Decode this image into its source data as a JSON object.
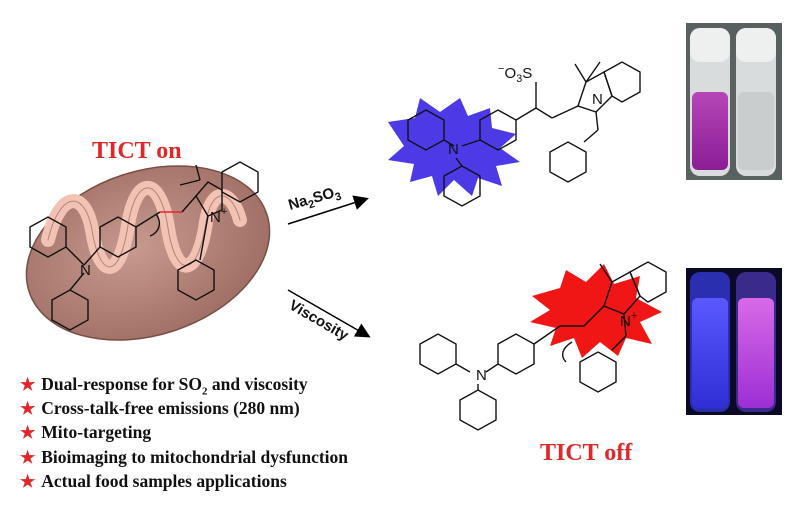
{
  "labels": {
    "tict_on": "TICT on",
    "tict_off": "TICT off",
    "top_arrow": "Na2SO3",
    "bottom_arrow": "Viscosity",
    "sulfonate": "−O3S",
    "n_plus": "N+",
    "n": "N"
  },
  "features": [
    {
      "text": "Dual-response for SO",
      "sub": "2",
      "tail": " and viscosity"
    },
    {
      "text": "Cross-talk-free emissions (280 nm)"
    },
    {
      "text": "Mito-targeting"
    },
    {
      "text": "Bioimaging to mitochondrial dysfunction"
    },
    {
      "text": "Actual food samples applications"
    }
  ],
  "colors": {
    "accent_red": "#e0282b",
    "burst_blue": "#4b3ae6",
    "burst_red": "#f01616",
    "mitochondria": "#b98a80",
    "cristae": "#f2c2b5"
  },
  "icons": [
    "star-icon",
    "mitochondria-illustration",
    "vial-photo"
  ]
}
